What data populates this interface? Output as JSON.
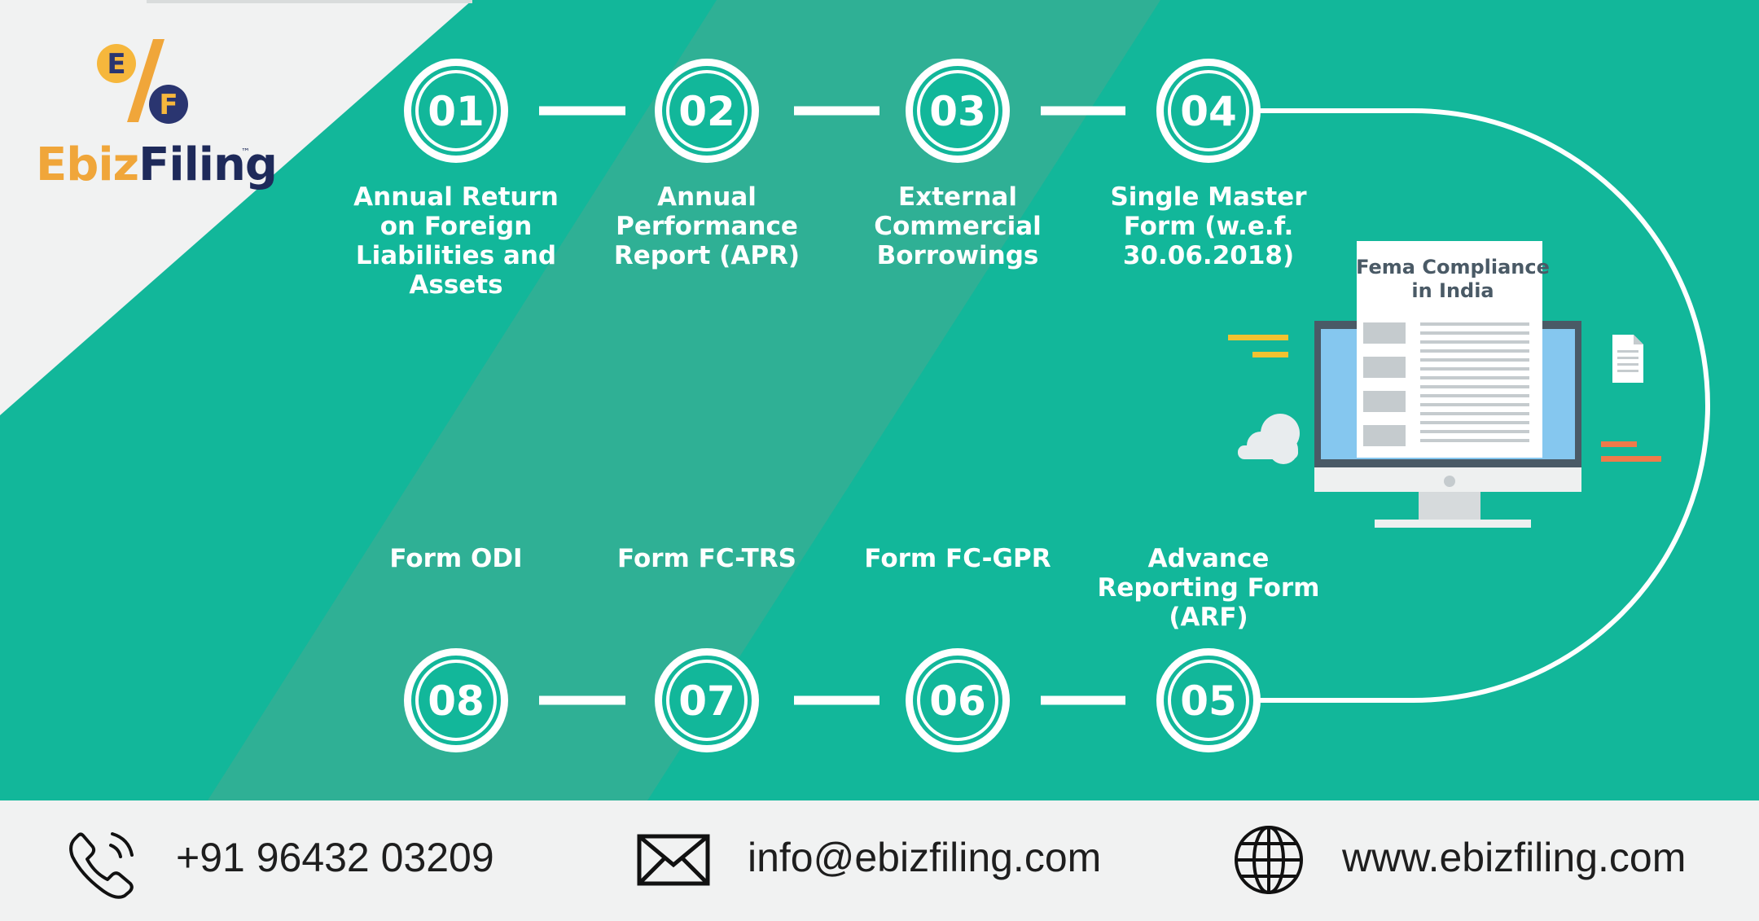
{
  "brand": {
    "logo_part1": "Ebiz",
    "logo_part2": "Filing",
    "trademark": "™"
  },
  "monitor": {
    "document_title": "Fema Compliance in India"
  },
  "steps": [
    {
      "number": "01",
      "label": "Annual Return on Foreign Liabilities and Assets"
    },
    {
      "number": "02",
      "label": "Annual Performance Report (APR)"
    },
    {
      "number": "03",
      "label": "External Commercial Borrowings"
    },
    {
      "number": "04",
      "label": "Single Master Form (w.e.f. 30.06.2018)"
    },
    {
      "number": "05",
      "label": "Advance Reporting Form (ARF)"
    },
    {
      "number": "06",
      "label": "Form FC-GPR"
    },
    {
      "number": "07",
      "label": "Form FC-TRS"
    },
    {
      "number": "08",
      "label": "Form ODI"
    }
  ],
  "contact": {
    "phone": "+91 96432 03209",
    "email": "info@ebizfiling.com",
    "website": "www.ebizfiling.com"
  },
  "colors": {
    "primary_green": "#12b79a",
    "band_green": "#2fb095",
    "light_gray": "#f1f2f2",
    "logo_orange": "#f0a63a",
    "logo_navy": "#1e2a5a",
    "screen_blue": "#85c7ef"
  },
  "icons": {
    "phone": "phone-icon",
    "email": "envelope-icon",
    "website": "globe-icon"
  }
}
